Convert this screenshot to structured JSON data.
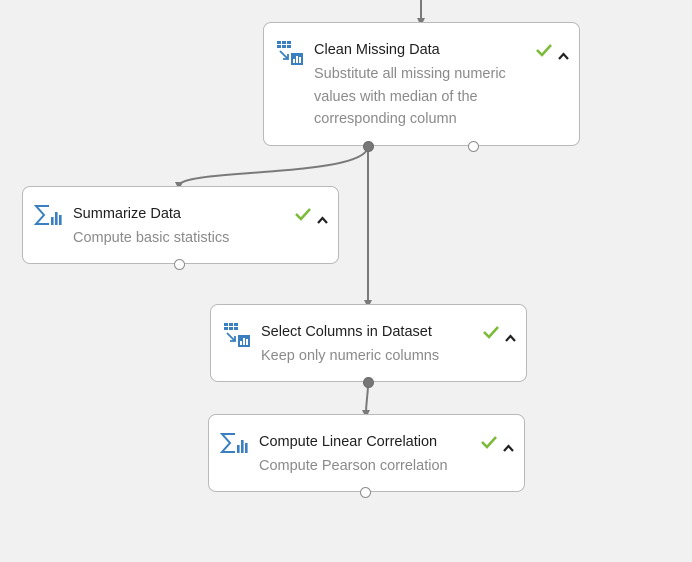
{
  "colors": {
    "canvas": "#f1f1f1",
    "node_border": "#b9b9b9",
    "wire": "#7a7a7a",
    "success_check": "#7cbb3a",
    "icon_blue": "#3a7fc0",
    "title_text": "#1e1e1e",
    "desc_text": "#8a8a8a"
  },
  "nodes": [
    {
      "id": "clean-missing-data",
      "icon": "dataset-transform-icon",
      "title": "Clean Missing Data",
      "description_lines": [
        "Substitute all missing numeric",
        "values with median of the",
        "corresponding column"
      ],
      "status": "success-check-icon"
    },
    {
      "id": "summarize-data",
      "icon": "statistics-sigma-icon",
      "title": "Summarize Data",
      "description_lines": [
        "Compute basic statistics"
      ],
      "status": "success-check-icon"
    },
    {
      "id": "select-columns",
      "icon": "dataset-transform-icon",
      "title": "Select Columns in Dataset",
      "description_lines": [
        "Keep only numeric columns"
      ],
      "status": "success-check-icon"
    },
    {
      "id": "compute-correlation",
      "icon": "statistics-sigma-icon",
      "title": "Compute Linear Correlation",
      "description_lines": [
        "Compute Pearson correlation"
      ],
      "status": "success-check-icon"
    }
  ]
}
